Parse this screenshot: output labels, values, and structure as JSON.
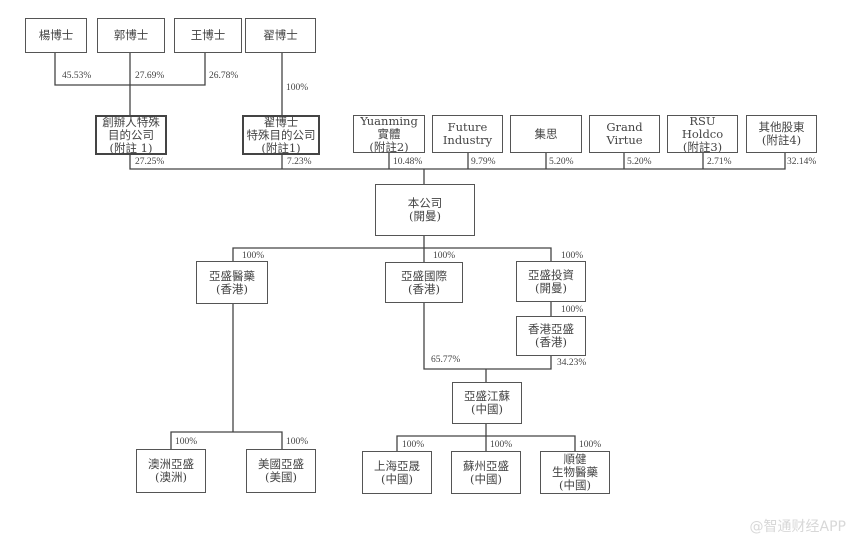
{
  "diagram": {
    "type": "shareholding-structure",
    "shareholders_top": [
      {
        "id": "yang",
        "label": "楊博士"
      },
      {
        "id": "guo",
        "label": "郭博士"
      },
      {
        "id": "wang",
        "label": "王博士"
      },
      {
        "id": "zhai",
        "label": "翟博士"
      }
    ],
    "founder_spv": {
      "label": "創辦人特殊\n目的公司\n(附註 1)",
      "from_yang": "45.53%",
      "from_guo": "27.69%",
      "from_wang": "26.78%",
      "to_company": "27.25%"
    },
    "zhai_spv": {
      "label": "翟博士\n特殊目的公司\n(附註1)",
      "from_zhai": "100%",
      "to_company": "7.23%"
    },
    "other_holders": [
      {
        "id": "yuanming",
        "label": "Yuanming\n實體\n(附註2)",
        "pct": "10.48%"
      },
      {
        "id": "future",
        "label": "Future\nIndustry",
        "pct": "9.79%"
      },
      {
        "id": "jisi",
        "label": "集思",
        "pct": "5.20%"
      },
      {
        "id": "grand",
        "label": "Grand\nVirtue",
        "pct": "5.20%"
      },
      {
        "id": "rsu",
        "label": "RSU\nHoldco\n(附註3)",
        "pct": "2.71%"
      },
      {
        "id": "others",
        "label": "其他股東\n(附註4)",
        "pct": "32.14%"
      }
    ],
    "company": {
      "label": "本公司\n(開曼)"
    },
    "subsidiaries_l1": [
      {
        "id": "pharma_hk",
        "label": "亞盛醫藥\n(香港)",
        "pct": "100%"
      },
      {
        "id": "intl_hk",
        "label": "亞盛國際\n(香港)",
        "pct": "100%"
      },
      {
        "id": "invest_cayman",
        "label": "亞盛投資\n(開曼)",
        "pct": "100%"
      }
    ],
    "hk_ascentage": {
      "label": "香港亞盛\n(香港)",
      "pct": "100%"
    },
    "jiangsu": {
      "label": "亞盛江蘇\n(中國)",
      "from_intl": "65.77%",
      "from_hk": "34.23%"
    },
    "pharma_children": [
      {
        "id": "australia",
        "label": "澳洲亞盛\n(澳洲)",
        "pct": "100%"
      },
      {
        "id": "usa",
        "label": "美國亞盛\n(美國)",
        "pct": "100%"
      }
    ],
    "jiangsu_children": [
      {
        "id": "shanghai",
        "label": "上海亞晟\n(中國)",
        "pct": "100%"
      },
      {
        "id": "suzhou",
        "label": "蘇州亞盛\n(中國)",
        "pct": "100%"
      },
      {
        "id": "shunjian",
        "label": "順健\n生物醫藥\n(中國)",
        "pct": "100%"
      }
    ]
  },
  "watermark": "@智通财经APP",
  "colors": {
    "line": "#444444",
    "border": "#555555",
    "text": "#444444"
  }
}
